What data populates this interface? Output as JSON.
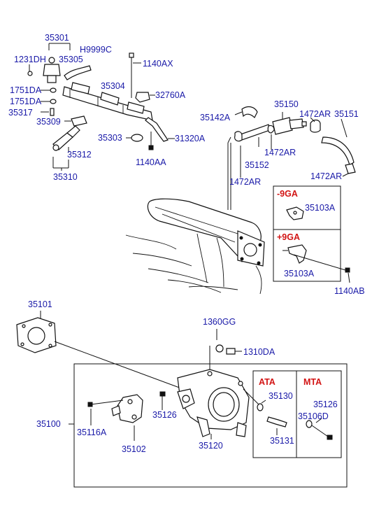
{
  "labels": {
    "p35301": "35301",
    "p1231DH": "1231DH",
    "pH9999C": "H9999C",
    "p35305": "35305",
    "p1140AX": "1140AX",
    "p35304": "35304",
    "p1751DA_a": "1751DA",
    "p32760A": "32760A",
    "p1751DA_b": "1751DA",
    "p35317": "35317",
    "p35309": "35309",
    "p35303": "35303",
    "p31320A": "31320A",
    "p35312": "35312",
    "p1140AA": "1140AA",
    "p35310": "35310",
    "p35150": "35150",
    "p35142A": "35142A",
    "p1472AR_a": "1472AR",
    "p35151": "35151",
    "p1472AR_b": "1472AR",
    "p35152": "35152",
    "p1472AR_c": "1472AR",
    "p1472AR_d": "1472AR",
    "p35103A_a": "35103A",
    "p35103A_b": "35103A",
    "p1140AB": "1140AB",
    "p35101": "35101",
    "p1360GG": "1360GG",
    "p1310DA": "1310DA",
    "p35100": "35100",
    "p35116A": "35116A",
    "p35102": "35102",
    "p35126_a": "35126",
    "p35120": "35120",
    "p35130": "35130",
    "p35131": "35131",
    "p35126_b": "35126",
    "p35106D": "35106D"
  },
  "variants": {
    "minus9ga": "-9GA",
    "plus9ga": "+9GA",
    "ata": "ATA",
    "mta": "MTA"
  },
  "colors": {
    "label": "#1a1aa8",
    "variant": "#d21414",
    "line": "#111111"
  }
}
